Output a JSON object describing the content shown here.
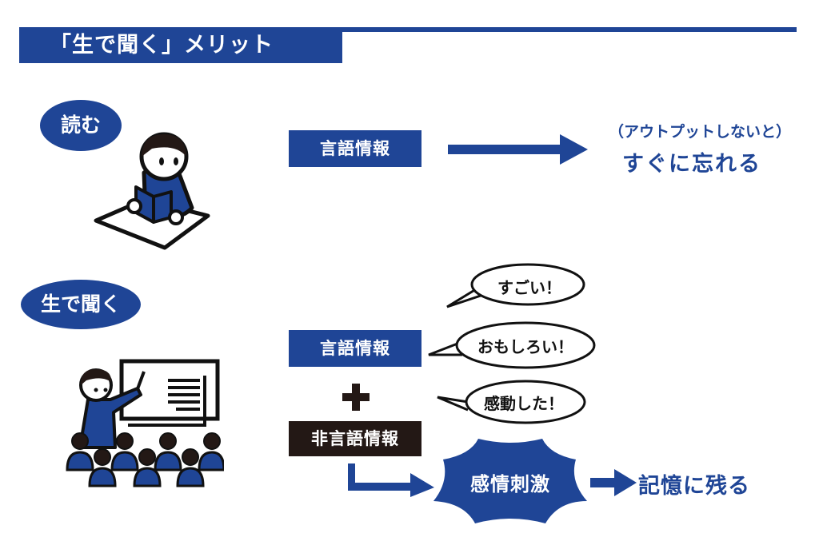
{
  "title": "「生で聞く」メリット",
  "colors": {
    "primary": "#1f4596",
    "dark": "#231815",
    "background": "#ffffff"
  },
  "reading": {
    "label": "読む",
    "info_box": "言語情報",
    "result_note": "（アウトプットしないと）",
    "result": "すぐに忘れる",
    "illustration": "person-reading-book-icon"
  },
  "live": {
    "label": "生で聞く",
    "verbal_box": "言語情報",
    "plus": "+",
    "nonverbal_box": "非言語情報",
    "bubbles": [
      "すごい！",
      "おもしろい！",
      "感動した！"
    ],
    "emotion": "感情刺激",
    "result": "記憶に残る",
    "illustration": "presenter-audience-icon"
  }
}
